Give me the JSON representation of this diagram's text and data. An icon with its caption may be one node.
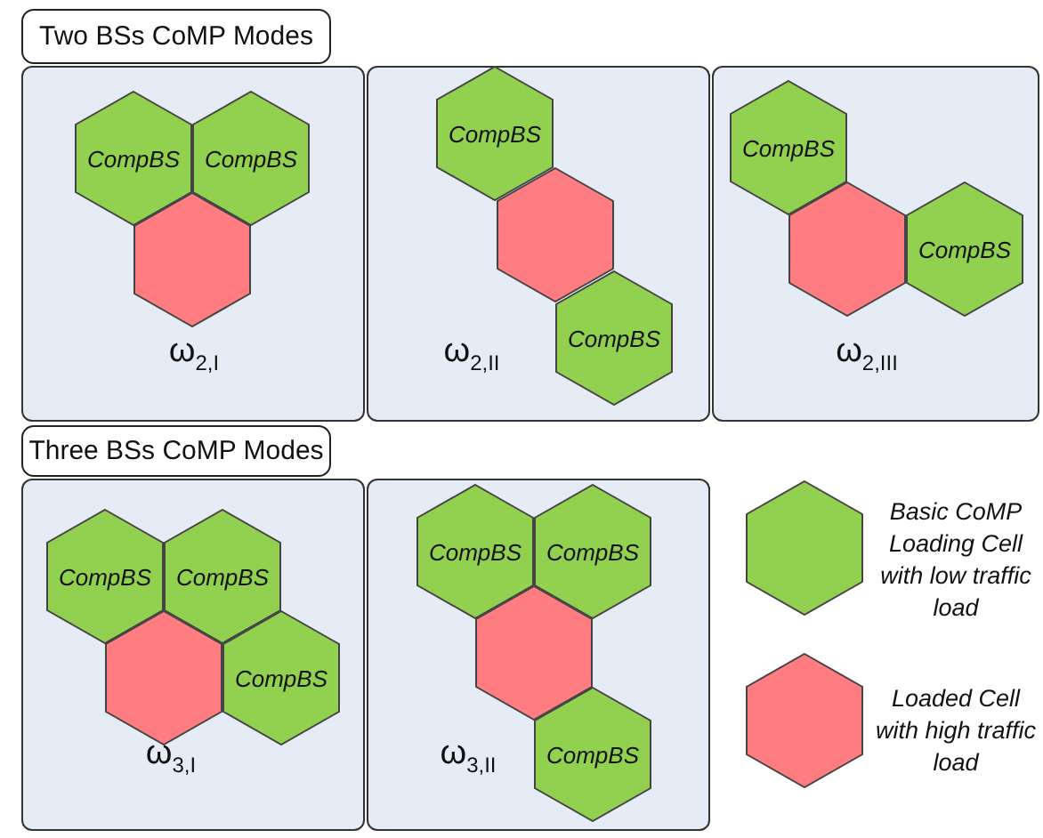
{
  "diagram": {
    "nodes": [
      {
        "text": [
          "Two BSs CoMP Modes"
        ]
      },
      {
        "text": [
          "ω$_{2,I}$"
        ]
      },
      {
        "text": [
          "CompBS"
        ],
        "in": 1
      },
      {
        "text": [
          "CompBS"
        ],
        "in": 1
      },
      {
        "text": [],
        "shape": "hexagon",
        "in": 1
      },
      {
        "text": [
          "ω$_{2,II}$"
        ]
      },
      {
        "text": [
          "CompBS"
        ],
        "in": 5
      },
      {
        "text": [],
        "shape": "hexagon",
        "in": 5
      },
      {
        "text": [
          "CompBS"
        ],
        "in": 5
      },
      {
        "text": [
          "ω$_{2,III}$"
        ]
      },
      {
        "text": [
          "CompBS"
        ],
        "in": 9
      },
      {
        "text": [],
        "shape": "hexagon",
        "in": 9
      },
      {
        "text": [
          "CompBS"
        ],
        "in": 9
      },
      {
        "text": [
          "Three BSs CoMP Modes"
        ]
      },
      {
        "text": [
          "ω$_{3,I}$"
        ]
      },
      {
        "text": [
          "CompBS"
        ],
        "in": 14
      },
      {
        "text": [
          "CompBS"
        ],
        "in": 14
      },
      {
        "text": [],
        "shape": "hexagon",
        "in": 14
      },
      {
        "text": [
          "CompBS"
        ],
        "in": 14
      },
      {
        "text": [
          "ω$_{3,II}$"
        ]
      },
      {
        "text": [
          "CompBS"
        ],
        "in": 19
      },
      {
        "text": [
          "CompBS"
        ],
        "in": 19
      },
      {
        "text": [],
        "shape": "hexagon",
        "in": 19
      },
      {
        "text": [
          "CompBS"
        ],
        "in": 19
      }
    ],
    "edges": [],
    "legend": [
      {
        "text": "Basic CoMP Loading Cell with low traffic load",
        "color": "#92d050"
      },
      {
        "text": "Loaded Cell with high traffic load",
        "color": "#ff7c80"
      }
    ]
  }
}
